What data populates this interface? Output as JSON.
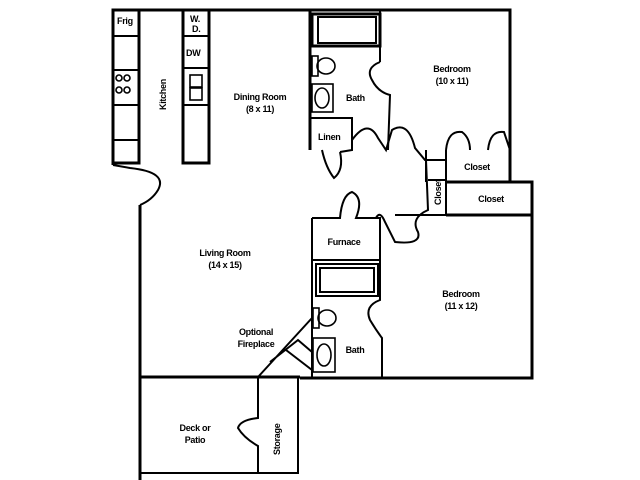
{
  "floor_plan": {
    "rooms": {
      "kitchen": {
        "label": "Kitchen"
      },
      "dining": {
        "label": "Dining Room",
        "size": "(8 x 11)"
      },
      "living": {
        "label": "Living Room",
        "size": "(14 x 15)"
      },
      "bedroom1": {
        "label": "Bedroom",
        "size": "(10 x 11)"
      },
      "bedroom2": {
        "label": "Bedroom",
        "size": "(11 x 12)"
      },
      "bath1": {
        "label": "Bath"
      },
      "bath2": {
        "label": "Bath"
      },
      "linen": {
        "label": "Linen"
      },
      "furnace": {
        "label": "Furnace"
      },
      "closet_hall": {
        "label": "Closet"
      },
      "closet_bed1": {
        "label": "Closet"
      },
      "closet_bed2": {
        "label": "Closet"
      },
      "fireplace": {
        "label_line1": "Optional",
        "label_line2": "Fireplace"
      },
      "deck": {
        "label_line1": "Deck or",
        "label_line2": "Patio"
      },
      "storage": {
        "label": "Storage"
      }
    },
    "appliances": {
      "fridge": {
        "label": "Frig"
      },
      "washer_dryer": {
        "label_line1": "W.",
        "label_line2": "D."
      },
      "dishwasher": {
        "label": "DW"
      }
    }
  }
}
